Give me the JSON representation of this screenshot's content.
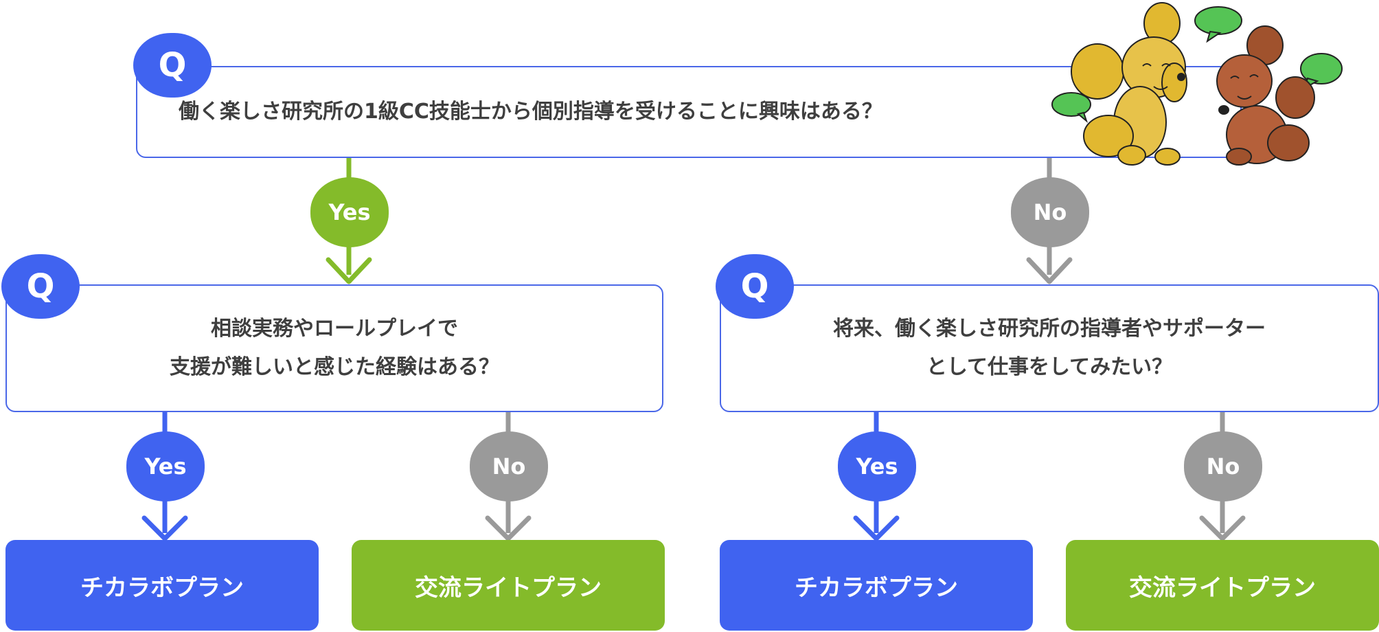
{
  "badge_label": "Q",
  "q_top": "働く楽しさ研究所の1級CC技能士から個別指導を受けることに興味はある？",
  "q_left": {
    "line1": "相談実務やロールプレイで",
    "line2": "支援が難しいと感じた経験はある？"
  },
  "q_right": {
    "line1": "将来、働く楽しさ研究所の指導者やサポーター",
    "line2": "として仕事をしてみたい？"
  },
  "yes_label": "Yes",
  "no_label": "No",
  "plans": {
    "chikarabo": "チカラボプラン",
    "koryu": "交流ライトプラン"
  },
  "colors": {
    "blue": "#4063f0",
    "green": "#84bb2a",
    "gray": "#9a9a9a",
    "text": "#3f3f3f",
    "dog_yellow": "#e1b830",
    "dog_brown": "#a0522d",
    "speech_green": "#55c455"
  },
  "illustration": {
    "icons": [
      "yellow-dog-icon",
      "brown-dog-icon",
      "speech-bubble-icon"
    ]
  }
}
